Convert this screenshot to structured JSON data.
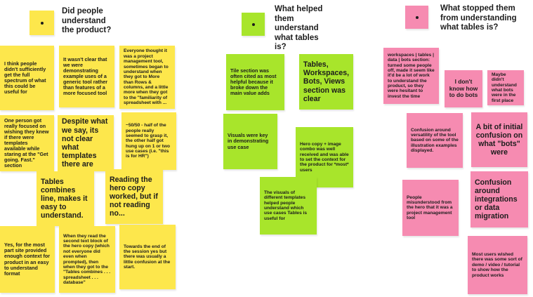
{
  "colors": {
    "yellow": "#fde74c",
    "green": "#a8e52b",
    "pink": "#f68bb1"
  },
  "columns": {
    "yellow": {
      "title": "Did people understand the product?",
      "notes": [
        "I think people didn't sufficiently get the full spectrum of what this could be useful for",
        "It wasn't clear that we were demonstrating example uses of a generic tool rather than features of a more focused tool",
        "Everyone thought it was a project management tool, sometimes began to understand when they got to More than Rows & columns, and a little more when they got to the \"familiarity of spreadsheet with ...",
        "One person got really focused on wishing they knew if there were templates available while staring at the \"Get going. Fast.\" section",
        "Despite what we say, its not clear what templates there are",
        "~50/50 - half of the people really seemed to grasp it, the other half got hung up on 1 or two use cases (i.e. \"this is for HR\")",
        "Tables combines line, makes it easy to understand.",
        "Reading the hero copy worked, but if not reading no...",
        "Yes, for the most part site provided enough context for product in an easy to understand format",
        "When they read the second text block of the hero copy (which not everyone did even when prompted), then when they got to the \"Tables combines . . . spreadsheet . . . database\"",
        "Towards the end of the session yes but there was usually a little confusion at the start."
      ]
    },
    "green": {
      "title": "What helped them understand what tables is?",
      "notes": [
        "Tile section was often cited as most helpful because it broke down the main value adds",
        "Tables, Workspaces, Bots, Views section was clear",
        "Visuals were key in demonstrating use case",
        "Hero copy + image combo was well received and was able to set the context for the product for *most* users",
        "The visuals of different templates helped people understand which use cases Tables is useful for"
      ]
    },
    "pink": {
      "title": "What stopped them from understanding what tables is?",
      "notes": [
        "workspaces | tables | data | bots section: turned some people off, made it seem like it'd be a lot of work to understand the product, so they were hesitant to invest the time",
        "I don't know how to do bots",
        "Maybe didn't understand what bots were in the first place",
        "Confusion around versatility of the tool based on some of the illustration examples displayed.",
        "A bit of initial confusion on what \"bots\" were",
        "People misunderstood from the hero that it was a project management tool",
        "Confusion around integrations or data migration",
        "Most users wished there was some sort of demo / video / tutorial to show how the product works"
      ]
    }
  }
}
